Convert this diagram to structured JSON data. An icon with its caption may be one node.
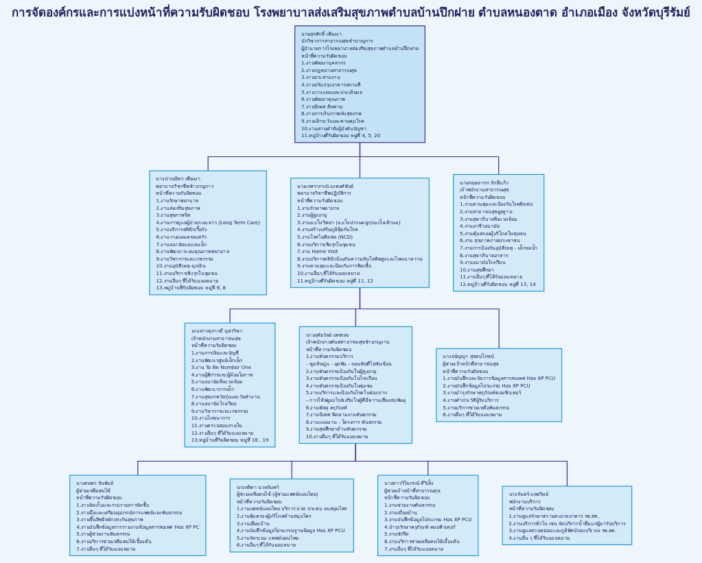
{
  "diagram": {
    "title": "การจัดองค์กรและการแบ่งหน้าที่ความรับผิดชอบ โรงพยาบาลส่งเสริมสุขภาพตำบลบ้านปึกฝาย ตำบลหนองตาด อำเภอเมือง จังหวัดบุรีรัมย์",
    "nodes": [
      {
        "text": [
          "นายสุรศักดิ์ เพียงงา",
          "นักวิชาการสาธารณสุขชำนาญการ",
          "ผู้อำนวยการโรงพยาบาลส่งเสริมสุขภาพตำบลบ้านปึกฝาย",
          "หน้าที่ความรับผิดชอบ",
          "1.งานพัฒนาบุคลากร",
          "2.งานกฎหมายสาธารณสุข",
          "3.งานประสานงาน",
          "4.งานปรับปรุงอาคารสถานที่",
          "5.งานวางแผนและประเมินผล",
          "6.งานพัฒนาคุณภาพ",
          "7.งานนิเทศ ติดตาม",
          "8.งานการเงินการคลังสุขภาพ",
          "9.งานเฝ้าระวังและควบคุมโรค",
          "10.งานตามคำสั่งผู้บังคับบัญชา",
          "11.หมู่บ้านที่รับผิดชอบ หมู่ที่ 4, 5, 20"
        ]
      },
      {
        "text": [
          "นางปาณจิตร เพียงงา",
          "พยาบาลวิชาชีพชำนาญการ",
          "หน้าที่ความรับผิดชอบ",
          "1.งานรักษาพยาบาล",
          "2.งานส่งเสริมสุขภาพ",
          "3.งานสุขภาพจิต",
          "4.งานการดูแลผู้ป่วยระยะยาว (Long Term Care)",
          "5.งานบริการคลินิกเรื้อรัง",
          "6.งานวางแผนครอบครัว",
          "7.งานอนามัยแม่และเด็ก",
          "8.งานพัฒนาระบบคุณภาพพยาบาล",
          "9.งานวิชาการและเวชกรรม",
          "10.งานอุบัติเหตุ-ฉุกเฉิน",
          "11.งานบริการเชิงรุกในชุมชน",
          "12.งานอื่นๆ ที่ได้รับมอบหมาย",
          "13.หมู่บ้านที่รับผิดชอบ หมู่ที่ 6, 8"
        ]
      },
      {
        "text": [
          "นางเกศราภรณ์ ธงพงศ์พันธ์",
          "พยาบาลวิชาชีพปฏิบัติการ",
          "หน้าที่ความรับผิดชอบ",
          "1.งานรักษาพยาบาล",
          "2.งานผู้สูงอายุ",
          "3.งานมะเร็งวิทยา (มะเร็งปากมดลูก/มะเร็งเต้านม)",
          "4.งานสร้างเสริมภูมิคุ้มกันโรค",
          "5.งานโรคไม่ติดต่อ (NCD)",
          "6.งานบริการเชิงรุกในชุมชน",
          "7.งาน Home Visit",
          "8.งานบริการคลินิกป้องกันความดันโลหิตสูงและโรคเบาหวาน",
          "9.งานควบคุมและป้องกันการติดเชื้อ",
          "10.งานอื่นๆ ที่ได้รับมอบหมาย",
          "11.หมู่บ้านที่รับผิดชอบ หมู่ที่ 11, 12"
        ]
      },
      {
        "text": [
          "นายกฤษดากร ภักดีแก้ว",
          "เจ้าพนักงานสาธารณสุข",
          "หน้าที่ความรับผิดชอบ",
          "1.งานควบคุมและป้องกันโรคติดต่อ",
          "2.งานสาธารณสุขมูลฐาน",
          "3.งานสุขาภิบาลสิ่งแวดล้อม",
          "4.งานอาชีวอนามัย",
          "5.งานคุ้มครองผู้บริโภคในชุมชน",
          "6.งาน สุขภาพภาคประชาชน",
          "7.งานการป้องกันอุบัติเหตุ - เด็กจมน้ำ",
          "8.งานสุขาภิบาลอาหาร",
          "9.งานอนามัยโรงเรียน",
          "10.งานสุขศึกษา",
          "11.งานอื่นๆ ที่ได้รับมอบหมาย",
          "12.หมู่บ้านที่รับผิดชอบ หมู่ที่ 13, 14"
        ]
      },
      {
        "text": [
          "นางสาวสุภาวดี บุตรวิชา",
          "เจ้าพนักงานสาธารณสุข",
          "หน้าที่ความรับผิดชอบ",
          "1.งานการเงินและบัญชี",
          "2.งานพัฒนาศูนย์เด็กเล็ก",
          "3.งาน To Be Number One",
          "4.งานผู้พิการและผู้ด้อยโอกาส",
          "5.งานอนามัยสิ่งแวดล้อม",
          "6.งานพัฒนาการเด็ก",
          "7.งานสุขภาพวัยรุ่นและวัยทำงาน",
          "8.งานอนามัยโรงเรียน",
          "9.งานวิชาการและเวชกรรม",
          "10.งานโภชนาการ",
          "11.งานตรวจสอบภายใน",
          "12.งานอื่นๆ ที่ได้รับมอบหมาย",
          "13.หมู่บ้านที่รับผิดชอบ หมู่ที่ 18 , 19"
        ]
      },
      {
        "text": [
          "นางฤทัยวัลย์ เพชรสง",
          "เจ้าพนักงานทันตสาธารณสุขชำนาญงาน",
          "หน้าที่ความรับผิดชอบ",
          "1.งานทันตกรรมบริการ",
          "– ขูดหินปูน - อุดฟัน - ถอนฟันที่ไม่ซับซ้อน",
          "2.งานทันตกรรมป้องกันในผู้สูงอายุ",
          "3.งานทันตกรรมป้องกันในโรงเรียน",
          "4.งานทันตกรรมป้องกันในชุมชน",
          "5.งานบริการและป้องกันโรคในช่องปาก",
          "– การให้ฟลูออไรด์เสริมในผู้ที่มีความเสี่ยงต่อฟันผุ",
          "6.งานพัสดุ ครุภัณฑ์",
          "7.งานนิเทศ ติดตามงานทันตกรรม",
          "8.งานแผนงาน - โครงการ ทันตกรรม",
          "9.งานสุขศึกษาด้านทันตกรรม",
          "10.งานอื่นๆ ที่ได้รับมอบหมาย"
        ]
      },
      {
        "text": [
          "นางธนัญญา สุขสมโภชน์",
          "ผู้ช่วยเจ้าหน้าที่สาธารณสุข",
          "หน้าที่ความรับผิดชอบ",
          "1.งานบันทึกและจัดการข้อมูลสารสนเทศ Hos XP PCU",
          "2.งานบันทึกข้อมูลโปรแกรม Hos XP PCU",
          "3.งานบำรุงรักษาครุภัณฑ์คอมพิวเตอร์",
          "4.งานทำประวัติผู้รับบริการ",
          "5.งานบริการช่วยเหลือทันตกรรม",
          "6.งานอื่นๆ ที่ได้รับมอบหมาย"
        ]
      },
      {
        "text": [
          "นางสมพร จันพันธ์",
          "ผู้ช่วยเหลือคนไข้",
          "หน้าที่ความรับผิดชอบ",
          "1.งานจัดเก็บและรวบรวมการจัดซื้อ",
          "2.งานนึ่งและเตรียมอุปกรณ์การแพทย์และทันตกรรม",
          "3.งานขึ้นสิทธิหลักประกันสุขภาพ",
          "4.งานบันทึกข้อมูลการรายงานข้อมูลสารสนเทศ Hos XP PC",
          "5.งานผู้ช่วยงานทันตกรรม",
          "6.งานบริการช่วยเหลือคนไข้เบื้องต้น",
          "7.งานอื่นๆ ที่ได้รับมอบหมาย"
        ]
      },
      {
        "text": [
          "นางลลิตา นวลจันทร์",
          "ผู้ช่วยเหลือคนไข้ (ผู้ช่วยแพทย์แผนไทย)",
          "หน้าที่ความรับผิดชอบ",
          "1.งานแพทย์แผนไทย บริการ นวด ประคบ อบสมุนไพร",
          "2.งานคุ้มครองผู้บริโภคด้านสมุนไพร",
          "3.งานเยี่ยมบ้าน",
          "4.งานบันทึกข้อมูลโปรแกรมฐานข้อมูล Hos XP PCU",
          "5.งานจัดระบบ แพทย์แผนไทย",
          "6.งานอื่นๆ ที่ได้รับมอบหมาย"
        ]
      },
      {
        "text": [
          "นางสาววิไลภรณ์ สีวิเส็ง",
          "ผู้ช่วยเจ้าหน้าที่สาธารณสุข",
          "หน้าที่ความรับผิดชอบ",
          "1.งานช่วยงานทันตกรรม",
          "2.งานเยี่ยมบ้าน",
          "3.งานบันทึกข้อมูลโปรแกรม Hos XP PCU",
          "4.บำรุงรักษาครุภัณฑ์ คอมพิวเตอร์",
          "5.งานซักรีด",
          "6.งานบริการช่วยเหลือคนไข้เบื้องต้น",
          "7.งานอื่นๆ ที่ได้รับมอบหมาย"
        ]
      },
      {
        "text": [
          "นางจันทร์ แสตริมย์",
          "พนักงานบริการ",
          "หน้าที่ความรับผิดชอบ",
          "1.งานดูแลรักษาความสะอาดอาคาร รพ.สต.",
          "2.งานบริการทั่วไป เช่น จัดบริการน้ำดื่มแก่ผู้มารับบริการ",
          "3.งานดูแลสวนหย่อมและภูมิทัศน์รอบบริเวณ รพ.สต.",
          "4.งานอื่น ๆ ที่ได้รับมอบหมาย"
        ]
      }
    ],
    "edges": [
      {
        "from": 0,
        "to": 1,
        "arrow": "none"
      },
      {
        "from": 0,
        "to": 2,
        "arrow": "none"
      },
      {
        "from": 0,
        "to": 3,
        "arrow": "none"
      },
      {
        "from": 2,
        "to": 4,
        "arrow": "none"
      },
      {
        "from": 2,
        "to": 5,
        "arrow": "none"
      },
      {
        "from": 2,
        "to": 6,
        "arrow": "none"
      },
      {
        "from": 5,
        "to": 7,
        "arrow": "none"
      },
      {
        "from": 5,
        "to": 8,
        "arrow": "none"
      },
      {
        "from": 5,
        "to": 9,
        "arrow": "none"
      },
      {
        "from": 5,
        "to": 10,
        "arrow": "none"
      }
    ]
  }
}
